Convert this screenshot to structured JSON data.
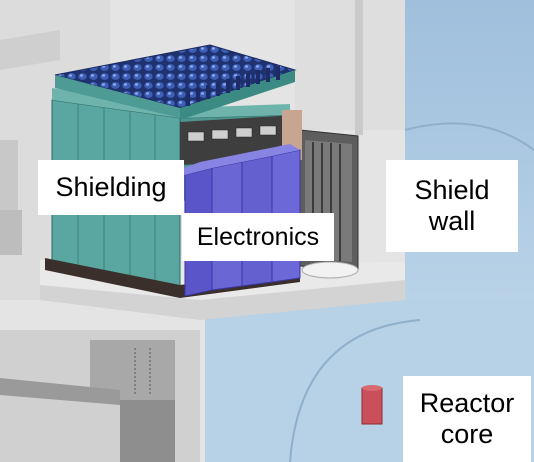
{
  "labels": {
    "shielding": "Shielding",
    "electronics": "Electronics",
    "shield_wall": "Shield\nwall",
    "reactor_core": "Reactor\ncore"
  },
  "colors": {
    "water": "#b8d3e8",
    "concrete": "#e4e4e4",
    "shielding_green": "#5aa6a0",
    "pmt_blue": "#2a3f8c",
    "electronics_purple": "#6a66d4",
    "reactor_core": "#c9505a",
    "label_bg": "#ffffff"
  }
}
